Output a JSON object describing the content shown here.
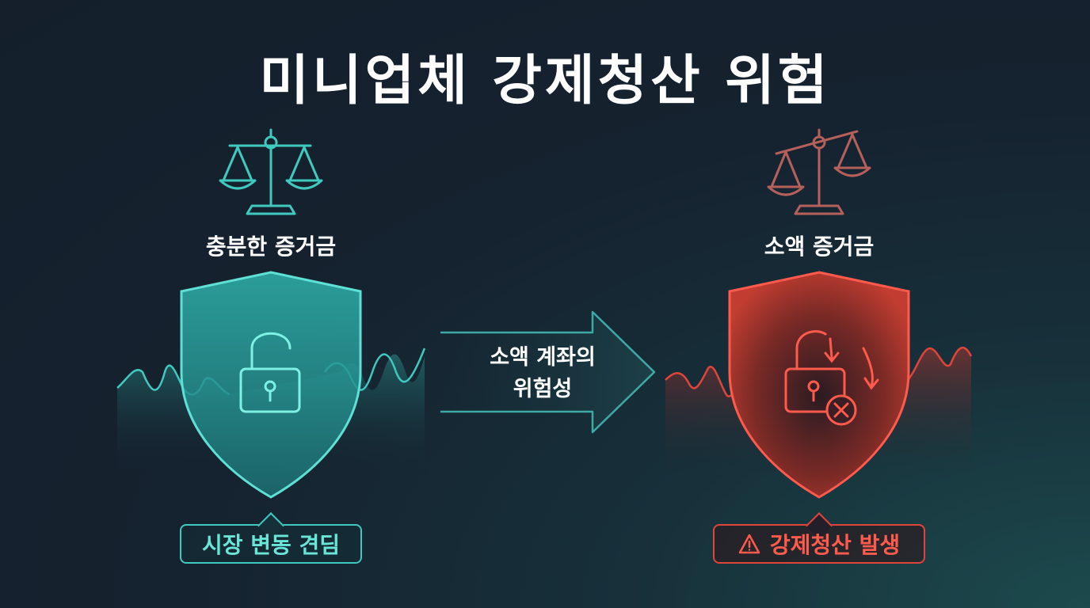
{
  "title": "미니업체 강제청산 위험",
  "left": {
    "label": "충분한 증거금",
    "badge": "시장 변동 견딤",
    "color": "#3fc9bf"
  },
  "center": {
    "line1": "소액 계좌의",
    "line2": "위험성"
  },
  "right": {
    "label": "소액 증거금",
    "badge": "강제청산 발생",
    "color": "#e0453a"
  },
  "icons": [
    "scale-icon",
    "shield-icon",
    "lock-open-icon",
    "arrow-right-icon",
    "lock-broken-icon",
    "close-circle-icon",
    "warning-icon"
  ]
}
